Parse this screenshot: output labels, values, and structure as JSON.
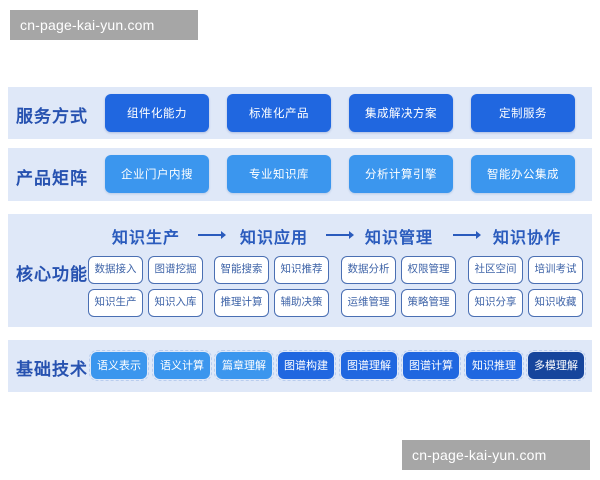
{
  "watermarks": {
    "top": "cn-page-kai-yun.com",
    "bottom": "cn-page-kai-yun.com"
  },
  "rows": {
    "service": {
      "label": "服务方式",
      "items": [
        "组件化能力",
        "标准化产品",
        "集成解决方案",
        "定制服务"
      ],
      "color": "#2067e0"
    },
    "product": {
      "label": "产品矩阵",
      "items": [
        "企业门户内搜",
        "专业知识库",
        "分析计算引擎",
        "智能办公集成"
      ],
      "color": "#3b96ee"
    },
    "core": {
      "label": "核心功能",
      "stages": [
        {
          "title": "知识生产",
          "items": [
            "数据接入",
            "图谱挖掘",
            "知识生产",
            "知识入库"
          ]
        },
        {
          "title": "知识应用",
          "items": [
            "智能搜索",
            "知识推荐",
            "推理计算",
            "辅助决策"
          ]
        },
        {
          "title": "知识管理",
          "items": [
            "数据分析",
            "权限管理",
            "运维管理",
            "策略管理"
          ]
        },
        {
          "title": "知识协作",
          "items": [
            "社区空间",
            "培训考试",
            "知识分享",
            "知识收藏"
          ]
        }
      ],
      "arrow_icon": "right-arrow-icon"
    },
    "base": {
      "label": "基础技术",
      "items": [
        {
          "label": "语义表示",
          "color": "#3b96ee"
        },
        {
          "label": "语义计算",
          "color": "#3b96ee"
        },
        {
          "label": "篇章理解",
          "color": "#3b96ee"
        },
        {
          "label": "图谱构建",
          "color": "#2067e0"
        },
        {
          "label": "图谱理解",
          "color": "#2067e0"
        },
        {
          "label": "图谱计算",
          "color": "#2067e0"
        },
        {
          "label": "知识推理",
          "color": "#2067e0"
        },
        {
          "label": "多模理解",
          "color": "#16459c"
        }
      ]
    }
  },
  "colors": {
    "row_background": "#dfe8f8",
    "label_text": "#2752b0",
    "chip_border": "#4a6fb3"
  }
}
